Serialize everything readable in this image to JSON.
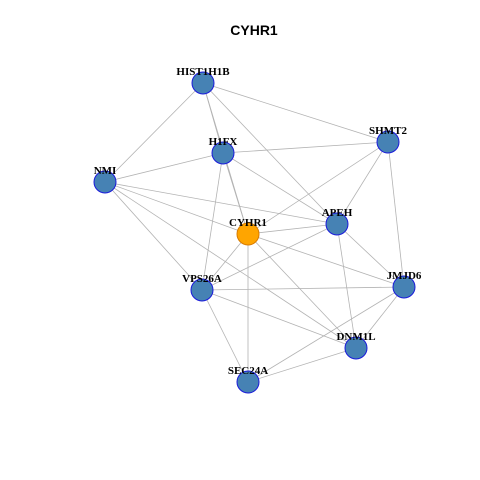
{
  "title": "CYHR1",
  "colors": {
    "node_fill": "#4682b4",
    "node_stroke": "#1a1adb",
    "center_fill": "#ffa500",
    "center_stroke": "#d87b00",
    "edge": "#b3b3b3"
  },
  "nodes": [
    {
      "id": "HIST1H1B",
      "label": "HIST1H1B",
      "center": false
    },
    {
      "id": "SHMT2",
      "label": "SHMT2",
      "center": false
    },
    {
      "id": "H1FX",
      "label": "H1FX",
      "center": false
    },
    {
      "id": "NMI",
      "label": "NMI",
      "center": false
    },
    {
      "id": "APEH",
      "label": "APEH",
      "center": false
    },
    {
      "id": "CYHR1",
      "label": "CYHR1",
      "center": true
    },
    {
      "id": "JMJD6",
      "label": "JMJD6",
      "center": false
    },
    {
      "id": "VPS26A",
      "label": "VPS26A",
      "center": false
    },
    {
      "id": "DNM1L",
      "label": "DNM1L",
      "center": false
    },
    {
      "id": "SEC24A",
      "label": "SEC24A",
      "center": false
    }
  ],
  "edges": [
    [
      "HIST1H1B",
      "SHMT2"
    ],
    [
      "HIST1H1B",
      "NMI"
    ],
    [
      "HIST1H1B",
      "H1FX"
    ],
    [
      "HIST1H1B",
      "CYHR1"
    ],
    [
      "HIST1H1B",
      "APEH"
    ],
    [
      "H1FX",
      "SHMT2"
    ],
    [
      "H1FX",
      "CYHR1"
    ],
    [
      "H1FX",
      "APEH"
    ],
    [
      "H1FX",
      "VPS26A"
    ],
    [
      "NMI",
      "H1FX"
    ],
    [
      "NMI",
      "CYHR1"
    ],
    [
      "NMI",
      "APEH"
    ],
    [
      "NMI",
      "VPS26A"
    ],
    [
      "NMI",
      "DNM1L"
    ],
    [
      "SHMT2",
      "APEH"
    ],
    [
      "SHMT2",
      "CYHR1"
    ],
    [
      "SHMT2",
      "JMJD6"
    ],
    [
      "CYHR1",
      "APEH"
    ],
    [
      "CYHR1",
      "JMJD6"
    ],
    [
      "CYHR1",
      "VPS26A"
    ],
    [
      "CYHR1",
      "SEC24A"
    ],
    [
      "CYHR1",
      "DNM1L"
    ],
    [
      "APEH",
      "JMJD6"
    ],
    [
      "APEH",
      "DNM1L"
    ],
    [
      "APEH",
      "VPS26A"
    ],
    [
      "VPS26A",
      "JMJD6"
    ],
    [
      "VPS26A",
      "DNM1L"
    ],
    [
      "VPS26A",
      "SEC24A"
    ],
    [
      "JMJD6",
      "DNM1L"
    ],
    [
      "JMJD6",
      "SEC24A"
    ],
    [
      "DNM1L",
      "SEC24A"
    ]
  ]
}
